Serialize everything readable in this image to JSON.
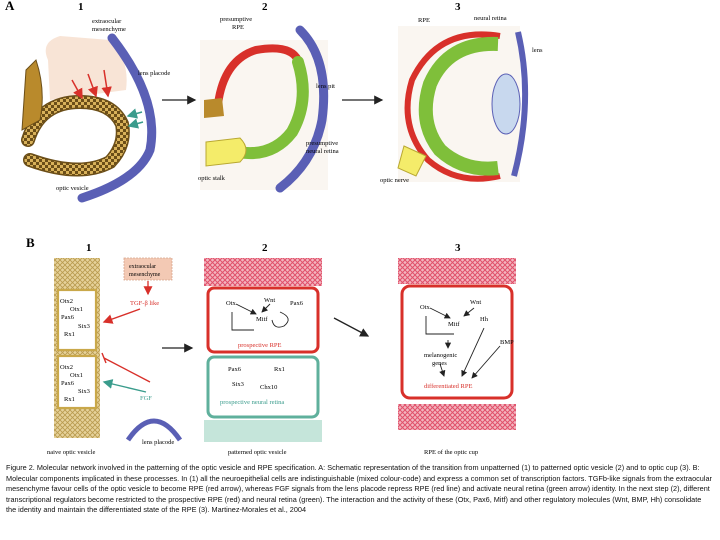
{
  "panel_a": {
    "letter": "A",
    "steps": [
      "1",
      "2",
      "3"
    ],
    "labels": {
      "extraocular_mesenchyme_1": "extraocular",
      "extraocular_mesenchyme_2": "mesenchyme",
      "lens_placode": "lens placode",
      "optic_vesicle": "optic vesicle",
      "presumptive_rpe_1": "presumptive",
      "presumptive_rpe_2": "RPE",
      "lens_pit": "lens pit",
      "presumptive_neural_retina_1": "presumptive",
      "presumptive_neural_retina_2": "neural retina",
      "optic_stalk": "optic stalk",
      "rpe": "RPE",
      "neural_retina": "neural retina",
      "lens": "lens",
      "optic_nerve": "optic nerve"
    }
  },
  "panel_b": {
    "letter": "B",
    "steps": [
      "1",
      "2",
      "3"
    ],
    "naive": {
      "upper_genes": [
        "Otx2",
        "Otx1",
        "Pax6",
        "Six3",
        "Rx1"
      ],
      "lower_genes": [
        "Otx2",
        "Otx1",
        "Pax6",
        "Six3",
        "Rx1"
      ],
      "title": "naive optic vesicle"
    },
    "mesenchyme_1": "extraocular",
    "mesenchyme_2": "mesenchyme",
    "tgf_label": "TGF-β like",
    "fgf_label": "FGF",
    "lens_placode": "lens placode",
    "patterned": {
      "top_genes": [
        "Otx",
        "Wnt",
        "Pax6",
        "Mitf"
      ],
      "prospective_rpe": "prospective RPE",
      "bottom_genes": [
        "Pax6",
        "Rx1",
        "Six3",
        "Chx10"
      ],
      "prospective_nr": "prospective neural retina",
      "title": "patterned optic vesicle"
    },
    "rpe_cup": {
      "genes": [
        "Otx",
        "Wnt",
        "Mitf",
        "Hh",
        "BMP"
      ],
      "melano_1": "melanogenic",
      "melano_2": "genes",
      "differentiated": "differentiated RPE",
      "title": "RPE of the optic cup"
    }
  },
  "caption": "Figure 2. Molecular network involved in the patterning of the optic vesicle and RPE specification. A: Schematic representation of the transition from unpatterned (1) to patterned optic vesicle (2) and to optic cup (3). B: Molecular components implicated in these processes. In (1) all the neuroepithelial cells are indistinguishable (mixed colour-code) and express a common set of transcription factors. TGFb-like signals from the extraocular mesenchyme favour cells of the optic vesicle to become RPE (red arrow), whereas FGF signals from the lens placode repress RPE (red line) and activate neural retina (green arrow) identity. In the next step (2), different transcriptional regulators become restricted to the prospective RPE (red) and neural retina (green). The interaction and the activity of these (Otx, Pax6, Mitf) and other regulatory molecules (Wnt, BMP, Hh) consolidate the identity and maintain the differentiated state of the RPE (3). Martinez-Morales et al., 2004",
  "colors": {
    "rpe_red": "#d8302a",
    "retina_green": "#7fbf3a",
    "stalk_yellow": "#f4ec6a",
    "stalk_brown": "#b98a2c",
    "lens_blue": "#5a5fb5",
    "lens_light": "#c8d8ee",
    "fgf_teal": "#3a9c8c",
    "mesenchyme_pink": "#f3c9b4",
    "hatch_pink": "#e95a72",
    "naive_tan": "#d9c082"
  }
}
